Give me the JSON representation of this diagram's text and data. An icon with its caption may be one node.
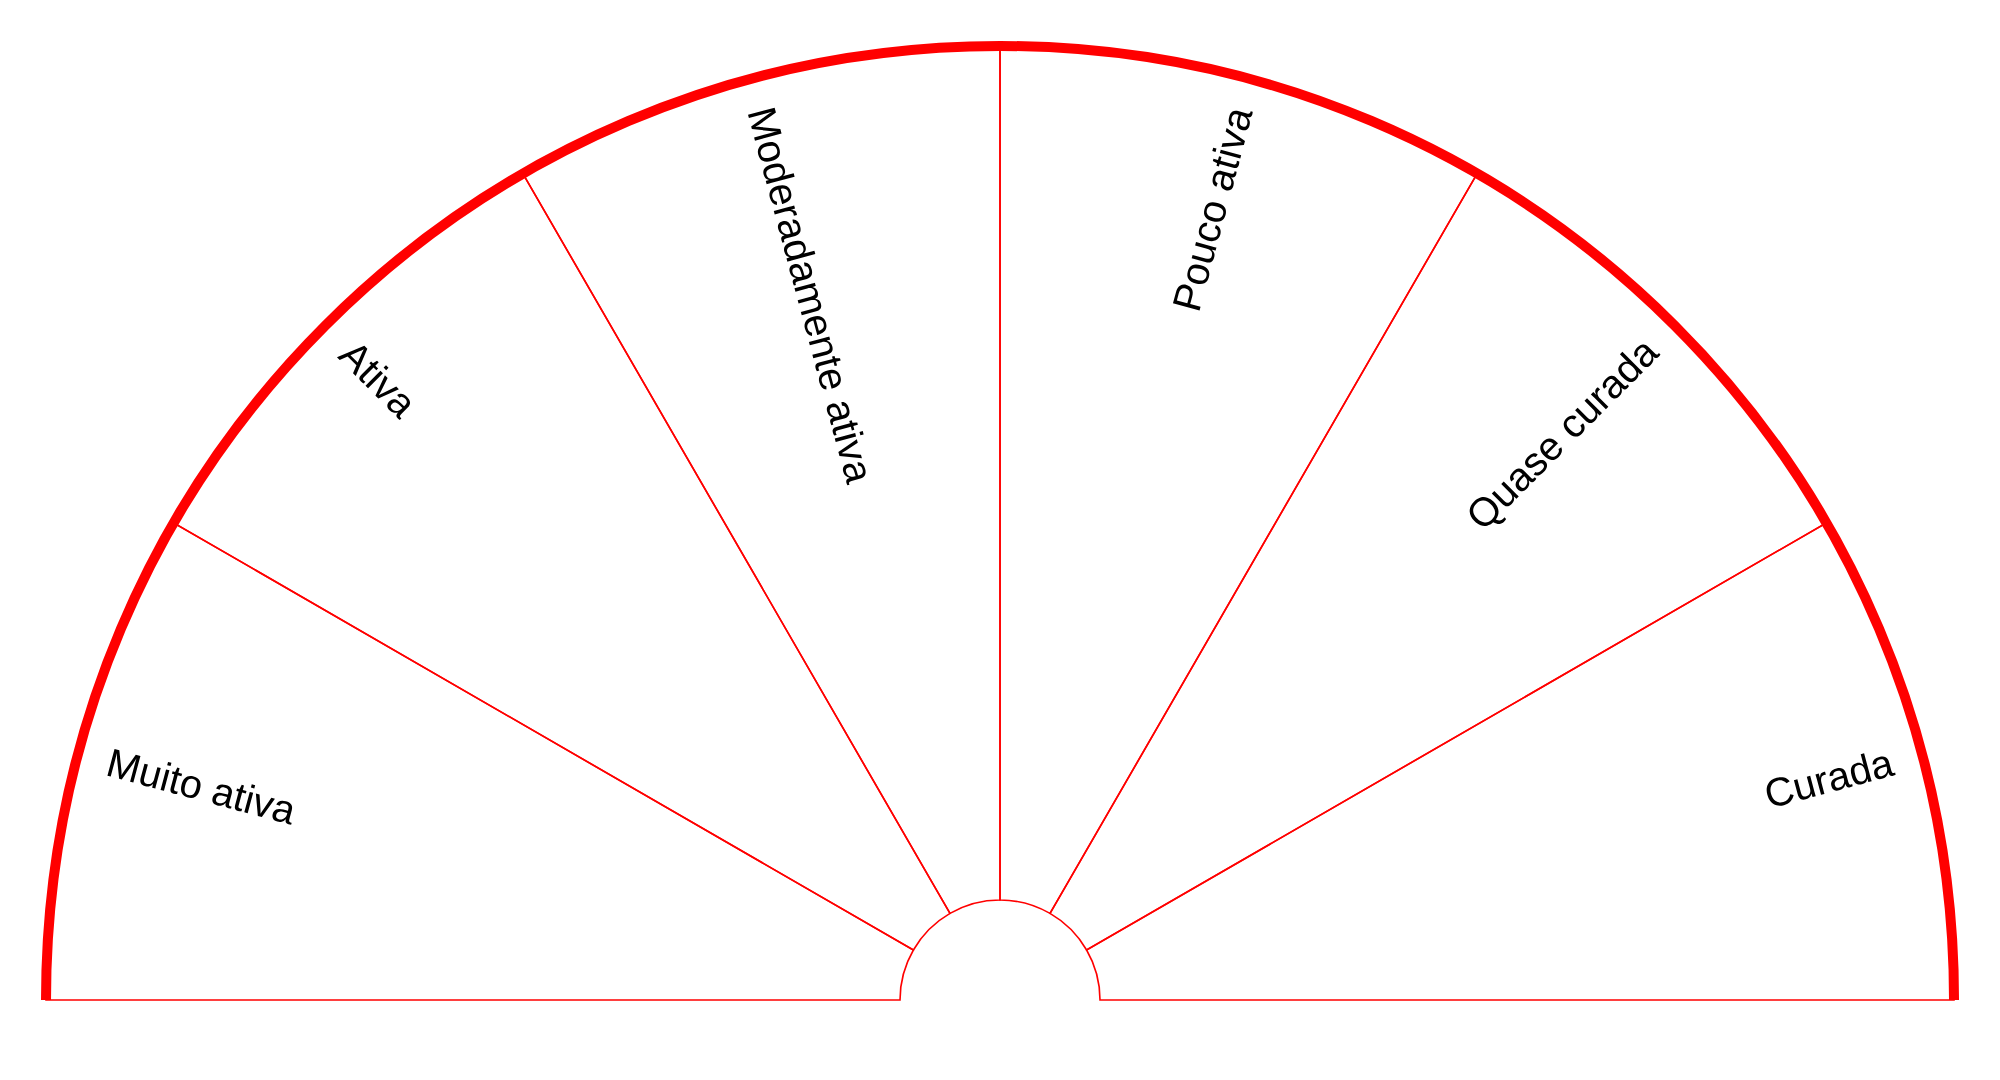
{
  "diagram": {
    "nodes": [
      {
        "text": [
          "Muito ativa"
        ]
      },
      {
        "text": [
          "Ativa"
        ]
      },
      {
        "text": [
          "Moderadamente ativa"
        ]
      },
      {
        "text": [
          "Pouco ativa"
        ]
      },
      {
        "text": [
          "Quase curada"
        ]
      },
      {
        "text": [
          "Curada"
        ]
      }
    ]
  }
}
